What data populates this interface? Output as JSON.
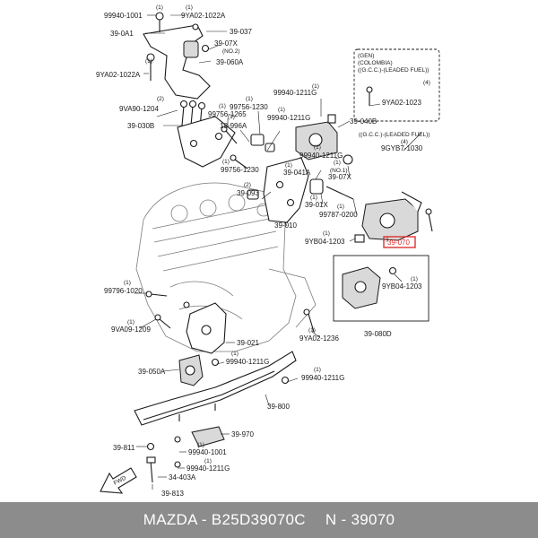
{
  "colors": {
    "highlight": "#e03030",
    "footer_bg": "#8c8c8c",
    "footer_text": "#ffffff",
    "line": "#1a1a1a"
  },
  "callouts": {
    "c99940_1001_top": "99940-1001",
    "c9ya02_1022a_top": "9YA02-1022A",
    "c39_0a1": "39-0A1",
    "c39_037": "39-037",
    "c39_07x_top": "39-07X",
    "no2": "(NO.2)",
    "c39_060a": "39-060A",
    "c9ya02_1022a_left": "9YA02-1022A",
    "c9va90_1204": "9VA90-1204",
    "c39_030b": "39-030B",
    "c99756_1265": "99756-1265",
    "c99756_1230_top": "99756-1230",
    "c18_996a": "18-996A",
    "c99756_1230_mid": "99756-1230",
    "c99940_1211g_a": "99940-1211G",
    "c99940_1211g_b": "99940-1211G",
    "c39_040b": "39-040B",
    "c99940_1211g_c": "99940-1211G",
    "c39_041a": "39-041A",
    "c39_07x_mid": "39-07X",
    "no1": "(NO.1)",
    "c39_093": "39-093",
    "c39_01x": "39-01X",
    "c99787_0200": "99787-0200",
    "c39_010": "39-010",
    "c9yb04_1203_mid": "9YB04-1203",
    "c39_070": "39-070",
    "c9yb04_1203_box": "9YB04-1203",
    "c39_080d": "39-080D",
    "c99796_1020": "99796-1020",
    "c9va09_1209": "9VA09-1209",
    "c39_021": "39-021",
    "c9ya02_1236": "9YA02-1236",
    "c39_050a": "39-050A",
    "c99940_1211g_d": "99940-1211G",
    "c99940_1211g_e": "99940-1211G",
    "c39_800": "39-800",
    "c39_970": "39-970",
    "c39_811": "39-811",
    "c99940_1001_bot": "99940-1001",
    "c99940_1211g_f": "99940-1211G",
    "c34_403a": "34-403A",
    "c39_813": "39-813",
    "c9ya02_1023": "9YA02-1023",
    "c9gyb7_1030": "9GYB7-1030",
    "fwd": "FWD"
  },
  "quantities": {
    "q1a": "(1)",
    "q1b": "(1)",
    "q1c": "(1)",
    "q1d": "(1)",
    "q2a": "(2)",
    "q1e": "(1)",
    "q4a": "(4)",
    "q1f": "(1)",
    "q1g": "(1)",
    "q1h": "(1)",
    "q1i": "(1)",
    "q1j": "(1)",
    "q1k": "(1)",
    "q2b": "(2)",
    "q1l": "(1)",
    "q1m": "(1)",
    "q1n": "(1)",
    "q1o": "(1)",
    "q1p": "(1)",
    "q1q": "(1)",
    "q1r": "(1)",
    "q1s": "(1)",
    "q1t": "(1)",
    "q1u": "(1)",
    "q1v": "(1)",
    "q1w": "(1)",
    "q1x": "(1)",
    "q1y": "(1)",
    "q1z": "(1)",
    "q1aa": "(1)",
    "q1ab": "(1)",
    "q4b": "(4)",
    "q1ac": "(1)"
  },
  "notes": {
    "gen": "(GEN)",
    "colombia": "(COLOMBIA)",
    "gcc_leaded_1": "((G.C.C.)-(LEADED FUEL))",
    "gcc_leaded_2": "((G.C.C.)-(LEADED FUEL))"
  },
  "footer": {
    "brand_part": "MAZDA - B25D39070C",
    "number": "N - 39070"
  }
}
